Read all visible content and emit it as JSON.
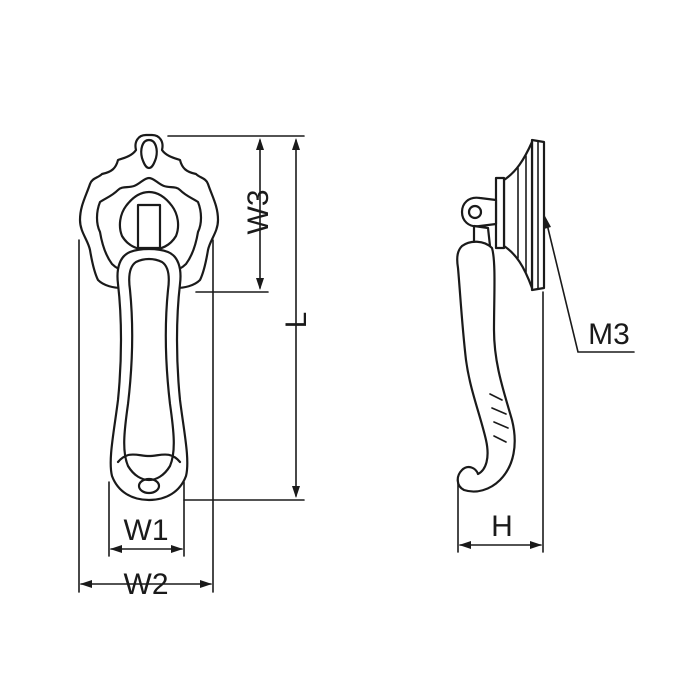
{
  "labels": {
    "w1": "W1",
    "w2": "W2",
    "w3": "W3",
    "l": "L",
    "h": "H",
    "m3": "M3"
  },
  "colors": {
    "line": "#1a1a1a",
    "background": "#ffffff"
  }
}
